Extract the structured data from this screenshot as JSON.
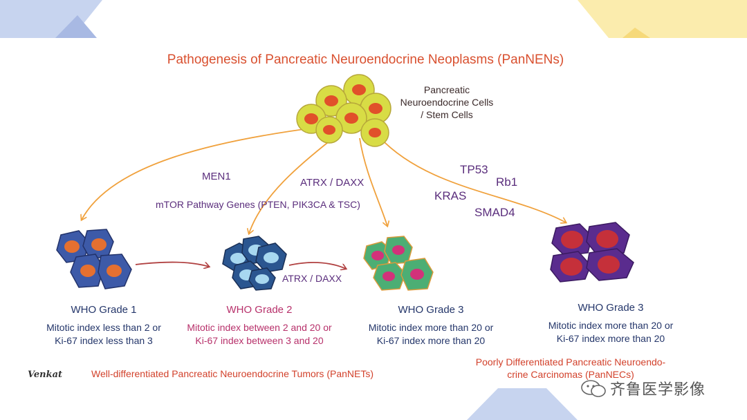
{
  "title": "Pathogenesis of Pancreatic Neuroendocrine Neoplasms (PanNENs)",
  "source_cells": [
    "Pancreatic",
    "Neuroendocrine Cells",
    "/ Stem Cells"
  ],
  "genes": {
    "men1": "MEN1",
    "atrx_daxx_top": "ATRX / DAXX",
    "mtor": "mTOR Pathway Genes (PTEN, PIK3CA & TSC)",
    "atrx_daxx_mid": "ATRX / DAXX",
    "tp53": "TP53",
    "rb1": "Rb1",
    "kras": "KRAS",
    "smad4": "SMAD4"
  },
  "grades": [
    {
      "title": "WHO Grade 1",
      "lines": [
        "Mitotic index less than 2 or",
        "Ki-67 index less than 3"
      ],
      "color": "#24366a"
    },
    {
      "title": "WHO Grade 2",
      "lines": [
        "Mitotic index between 2 and 20 or",
        "Ki-67 index between 3 and 20"
      ],
      "color": "#b7306a"
    },
    {
      "title": "WHO Grade 3",
      "lines": [
        "Mitotic index more than 20 or",
        "Ki-67 index more than 20"
      ],
      "color": "#24366a"
    },
    {
      "title": "WHO Grade 3",
      "lines": [
        "Mitotic index more than 20 or",
        "Ki-67 index more than 20"
      ],
      "color": "#24366a"
    }
  ],
  "footer_left": "Well-differentiated Pancreatic Neuroendocrine Tumors (PanNETs)",
  "footer_right": [
    "Poorly Differentiated Pancreatic Neuroendo-",
    "crine Carcinomas (PanNECs)"
  ],
  "signature": "Venkat",
  "watermark": "齐鲁医学影像",
  "colors": {
    "title": "#d9502f",
    "arrow": "#f0a13c",
    "arrow_dark": "#b04040",
    "gene_text": "#5a2d7c",
    "source_cell": "#d8dc45",
    "source_nucleus": "#e1502a",
    "g1_cell": "#3d5aa8",
    "g1_nucleus": "#e57030",
    "g2_cell": "#2b5690",
    "g2_nucleus": "#a8d8f0",
    "g3_cell": "#4cae74",
    "g3_nucleus": "#d2327a",
    "nec_cell": "#5a2c8e",
    "nec_nucleus": "#c5303a"
  }
}
